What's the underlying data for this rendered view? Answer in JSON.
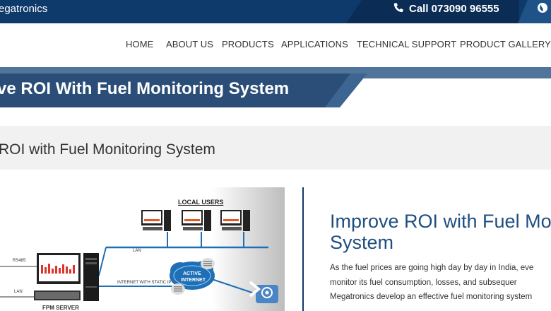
{
  "header": {
    "brand": "egatronics",
    "call_text": "Call 073090 96555"
  },
  "nav": {
    "items": [
      {
        "label": "HOME"
      },
      {
        "label": "ABOUT US"
      },
      {
        "label": "PRODUCTS"
      },
      {
        "label": "APPLICATIONS"
      },
      {
        "label": "TECHNICAL SUPPORT"
      },
      {
        "label": "PRODUCT GALLERY"
      }
    ]
  },
  "banner": {
    "title": "ve ROI With Fuel Monitoring System"
  },
  "page": {
    "heading": "ROI with Fuel Monitoring System"
  },
  "diagram": {
    "local_users": "LOCAL USERS",
    "rs485": "RS485",
    "lan_left": "LAN",
    "lan_top": "LAN",
    "internet_label": "INTERNET WITH STATIC IP",
    "cloud_line1": "ACTIVE",
    "cloud_line2": "INTERNET",
    "server_label": "FPM SERVER"
  },
  "article": {
    "title": "Improve ROI with Fuel Mo System",
    "lines": [
      "As the fuel prices are going high day by day in India, eve",
      "monitor its fuel consumption, losses, and subsequer",
      "Megatronics develop an effective fuel monitoring system"
    ]
  },
  "colors": {
    "topbar": "#0e3a6b",
    "banner": "#2b4e78",
    "accent_title": "#1f4e80"
  }
}
